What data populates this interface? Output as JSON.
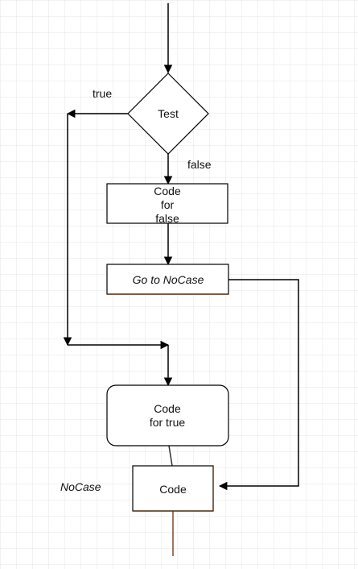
{
  "nodes": {
    "decision": "Test",
    "code_false": "Code\nfor\nfalse",
    "goto": "Go to NoCase",
    "code_true": "Code\nfor true",
    "code": "Code"
  },
  "edges": {
    "true_label": "true",
    "false_label": "false"
  },
  "annotations": {
    "nocase_label": "NoCase"
  }
}
